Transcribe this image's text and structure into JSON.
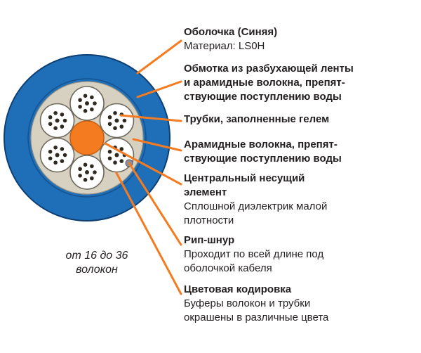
{
  "colors": {
    "jacket": "#1f6fb8",
    "jacket_dark": "#0e3f73",
    "tape": "#d7d1c2",
    "tube_fill": "#ffffff",
    "fiber": "#2e2a22",
    "central": "#f47b20",
    "leader": "#f47b20",
    "ripcord": "#8a8f9a"
  },
  "callouts": [
    {
      "heading": "Оболочка (Синяя)",
      "desc": [
        "Материал: LS0H"
      ]
    },
    {
      "heading": "Обмотка из разбухающей ленты",
      "heading_cont": [
        "и арамидные волокна, препят-",
        "ствующие поступлению воды"
      ],
      "desc": []
    },
    {
      "heading": "Трубки, заполненные гелем",
      "desc": []
    },
    {
      "heading": "Арамидные волокна, препят-",
      "heading_cont": [
        "ствующие поступлению воды"
      ],
      "desc": []
    },
    {
      "heading": "Центральный несущий",
      "heading_cont": [
        "элемент"
      ],
      "desc": [
        "Сплошной диэлектрик малой",
        "плотности"
      ]
    },
    {
      "heading": "Рип-шнур",
      "desc": [
        "Проходит по всей длине под",
        "оболочкой кабеля"
      ]
    },
    {
      "heading": "Цветовая кодировка",
      "desc": [
        "Буферы волокон и трубки",
        "окрашены в различные цвета"
      ]
    }
  ],
  "fiber_count": {
    "line1": "от 16 до 36",
    "line2": "волокон"
  }
}
